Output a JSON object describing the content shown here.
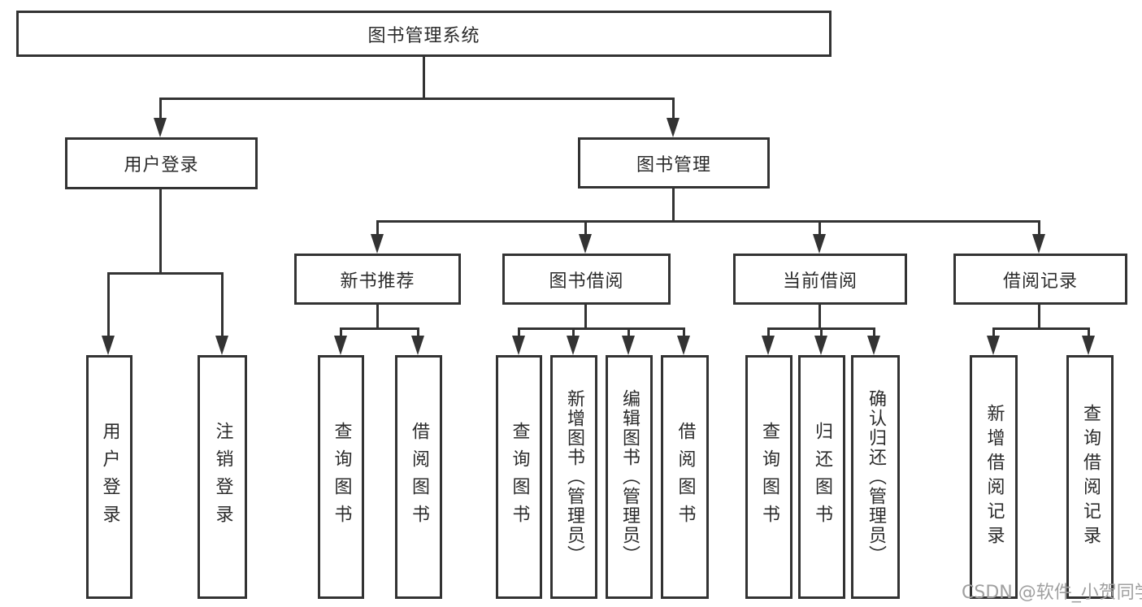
{
  "diagram": {
    "root": {
      "label": "图书管理系统"
    },
    "branches": {
      "user_login": {
        "label": "用户登录",
        "children": [
          {
            "label": "用户登录"
          },
          {
            "label": "注销登录"
          }
        ]
      },
      "book_mgmt": {
        "label": "图书管理"
      },
      "new_books": {
        "label": "新书推荐",
        "children": [
          {
            "label": "查询图书"
          },
          {
            "label": "借阅图书"
          }
        ]
      },
      "book_borrow": {
        "label": "图书借阅",
        "children": [
          {
            "label": "查询图书"
          },
          {
            "label": "新增图书（管理员）"
          },
          {
            "label": "编辑图书（管理员）"
          },
          {
            "label": "借阅图书"
          }
        ]
      },
      "current_borrow": {
        "label": "当前借阅",
        "children": [
          {
            "label": "查询图书"
          },
          {
            "label": "归还图书"
          },
          {
            "label": "确认归还（管理员）"
          }
        ]
      },
      "borrow_records": {
        "label": "借阅记录",
        "children": [
          {
            "label": "新增借阅记录"
          },
          {
            "label": "查询借阅记录"
          }
        ]
      }
    }
  },
  "watermark": {
    "text": "CSDN @软件_小贺同学"
  },
  "colors": {
    "line": "#333333",
    "box_border": "#333333",
    "text": "#2b2b2b",
    "watermark": "#a0a0a0",
    "background": "#ffffff"
  }
}
